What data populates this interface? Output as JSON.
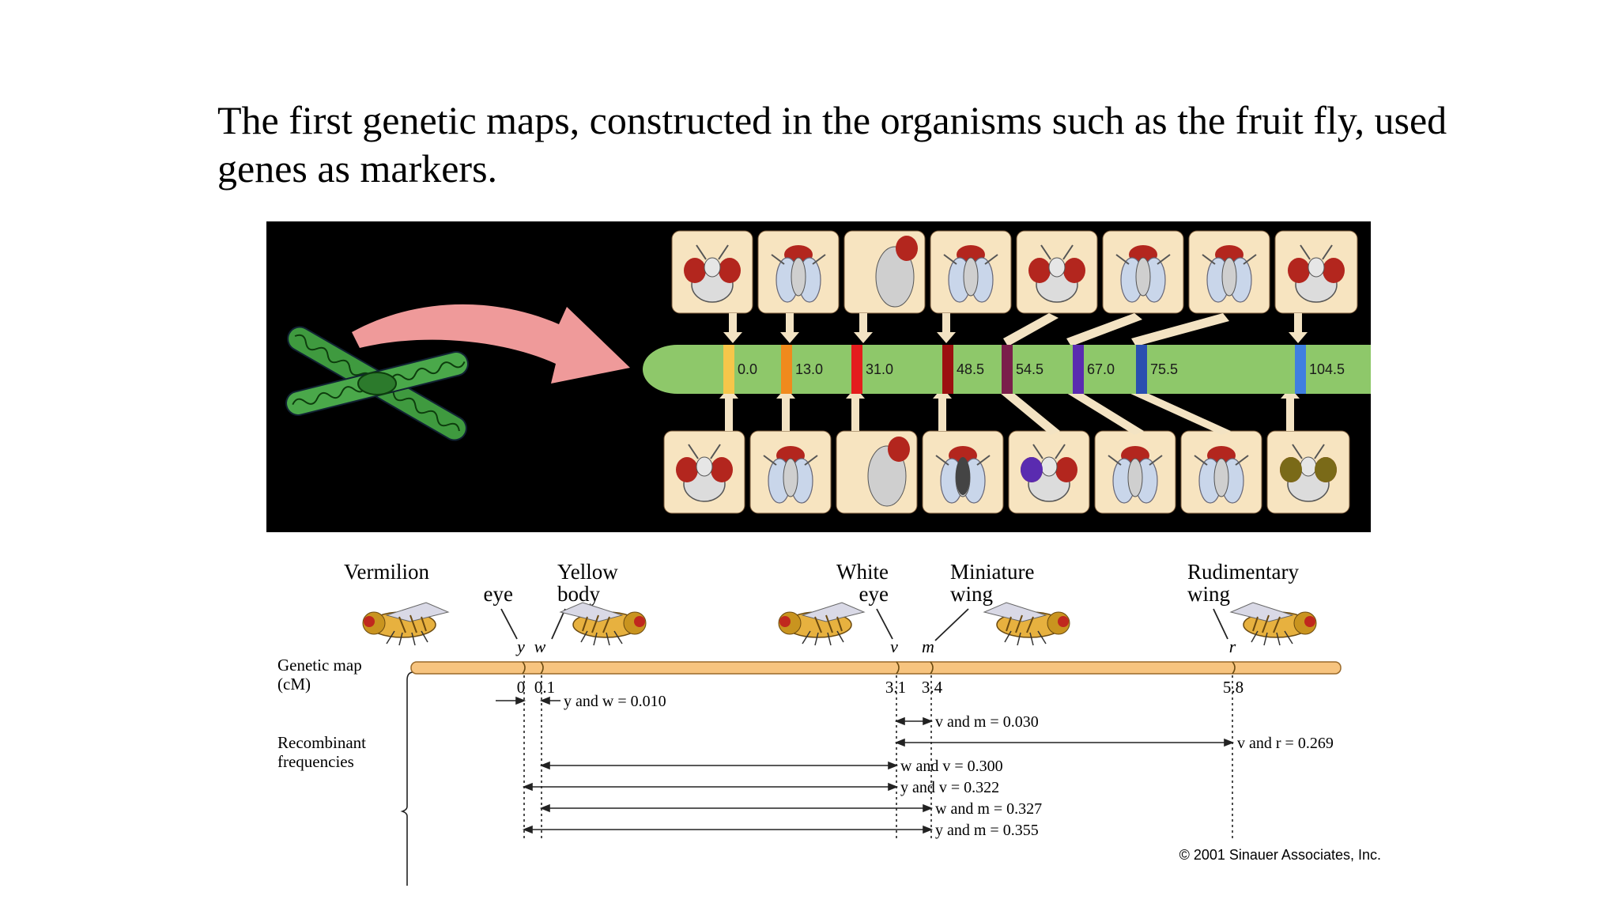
{
  "slide": {
    "title": "The first genetic maps, constructed in the organisms such as the fruit fly, used genes as markers."
  },
  "chromosome_figure": {
    "loci": [
      "0.0",
      "13.0",
      "31.0",
      "48.5",
      "54.5",
      "67.0",
      "75.5",
      "104.5"
    ],
    "band_colors": [
      "#f6c64a",
      "#f08a1d",
      "#e41d1d",
      "#9c1010",
      "#7a1f4b",
      "#5a2bb0",
      "#2a4fb0",
      "#3f7fe0"
    ],
    "chromosome_color": "#8ec86a",
    "arrow_color": "#ef9a9a",
    "panel_color": "#f7e4c0"
  },
  "genetic_map": {
    "genes": [
      {
        "name_line1": "Vermilion",
        "name_line2": "eye"
      },
      {
        "name_line1": "Yellow",
        "name_line2": "body"
      },
      {
        "name_line1": "White",
        "name_line2": "eye"
      },
      {
        "name_line1": "Miniature",
        "name_line2": "wing"
      },
      {
        "name_line1": "Rudimentary",
        "name_line2": "wing"
      }
    ],
    "symbols": [
      "y",
      "w",
      "v",
      "m",
      "r"
    ],
    "map_label_line1": "Genetic map",
    "map_label_line2": "(cM)",
    "positions": [
      "0",
      "0.1",
      "3.1",
      "3.4",
      "5.8"
    ],
    "recomb_label_line1": "Recombinant",
    "recomb_label_line2": "frequencies",
    "recombinations": [
      "y and w = 0.010",
      "v and m = 0.030",
      "v and r = 0.269",
      "w and v = 0.300",
      "y and v = 0.322",
      "w and m = 0.327",
      "y and m = 0.355"
    ],
    "bar_color": "#f7c47f",
    "copyright": "© 2001 Sinauer Associates, Inc."
  }
}
